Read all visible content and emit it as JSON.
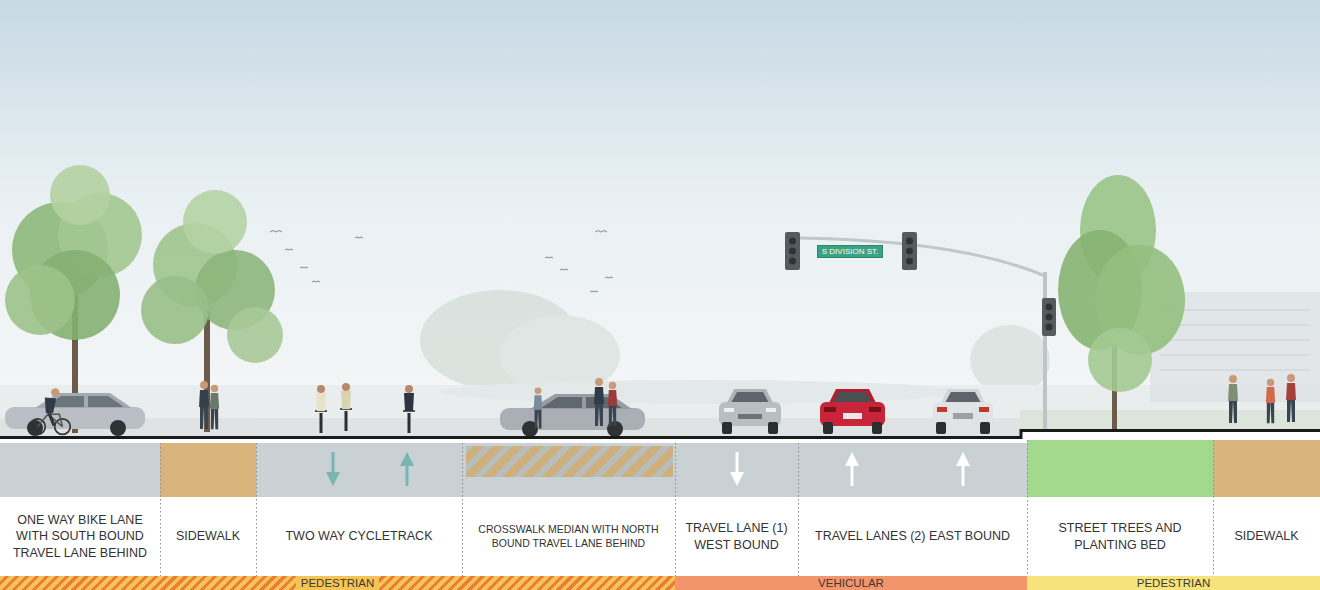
{
  "diagram": {
    "nodes": [
      {
        "text": [
          "S DIVISION ST."
        ]
      },
      {
        "text": [
          "ONE WAY BIKE LANE WITH SOUTH BOUND TRAVEL LANE BEHIND"
        ]
      },
      {
        "text": [
          "SIDEWALK"
        ]
      },
      {
        "text": [
          "TWO WAY CYCLETRACK"
        ]
      },
      {
        "text": [
          "CROSSWALK MEDIAN WITH NORTH BOUND TRAVEL LANE BEHIND"
        ]
      },
      {
        "text": [
          "TRAVEL LANE (1) WEST BOUND"
        ]
      },
      {
        "text": [
          "TRAVEL LANES (2) EAST BOUND"
        ]
      },
      {
        "text": [
          "STREET TREES AND PLANTING BED"
        ]
      },
      {
        "text": [
          "SIDEWALK"
        ]
      },
      {
        "text": [
          "PEDESTRIAN"
        ]
      },
      {
        "text": [
          "VEHICULAR"
        ]
      },
      {
        "text": [
          "PEDESTRIAN"
        ]
      }
    ]
  }
}
